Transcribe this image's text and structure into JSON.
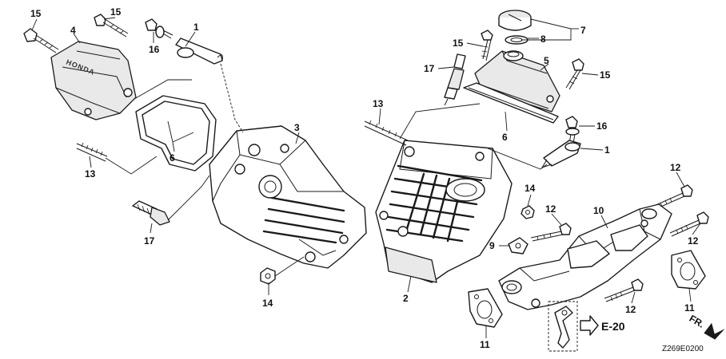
{
  "callouts": {
    "c1a": "1",
    "c1b": "1",
    "c2": "2",
    "c3": "3",
    "c4": "4",
    "c5": "5",
    "c6a": "6",
    "c6b": "6",
    "c7": "7",
    "c8": "8",
    "c9": "9",
    "c10": "10",
    "c11a": "11",
    "c11b": "11",
    "c12a": "12",
    "c12b": "12",
    "c12c": "12",
    "c12d": "12",
    "c13a": "13",
    "c13b": "13",
    "c14a": "14",
    "c14b": "14",
    "c15a": "15",
    "c15b": "15",
    "c15c": "15",
    "c15d": "15",
    "c16a": "16",
    "c16b": "16",
    "c17a": "17",
    "c17b": "17"
  },
  "reference_label": "E-20",
  "front_marker": "FR.",
  "drawing_code": "Z269E0200",
  "cover_lettering": "HONDA"
}
